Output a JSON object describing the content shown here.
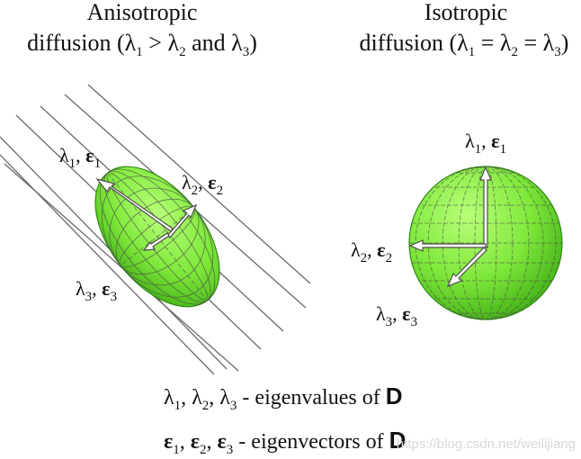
{
  "left_panel": {
    "title_line1": "Anisotropic",
    "title_line2": {
      "prefix": "diffusion (",
      "l1": "λ",
      "s1": "1",
      "gt": " > ",
      "l2": "λ",
      "s2": "2",
      "and": " and ",
      "l3": "λ",
      "s3": "3",
      "suffix": ")"
    },
    "labels": {
      "first": {
        "lam": "λ",
        "sub": "1",
        "sep": ", ",
        "eps": "ε",
        "esub": "1"
      },
      "second": {
        "lam": "λ",
        "sub": "2",
        "sep": ", ",
        "eps": "ε",
        "esub": "2"
      },
      "third": {
        "lam": "λ",
        "sub": "3",
        "sep": ", ",
        "eps": "ε",
        "esub": "3"
      }
    }
  },
  "right_panel": {
    "title_line1": "Isotropic",
    "title_line2": {
      "prefix": "diffusion (",
      "l1": "λ",
      "s1": "1",
      "eq1": " = ",
      "l2": "λ",
      "s2": "2",
      "eq2": " = ",
      "l3": "λ",
      "s3": "3",
      "suffix": ")"
    },
    "labels": {
      "first": {
        "lam": "λ",
        "sub": "1",
        "sep": ", ",
        "eps": "ε",
        "esub": "1"
      },
      "second": {
        "lam": "λ",
        "sub": "2",
        "sep": ", ",
        "eps": "ε",
        "esub": "2"
      },
      "third": {
        "lam": "λ",
        "sub": "3",
        "sep": ", ",
        "eps": "ε",
        "esub": "3"
      }
    }
  },
  "legend": {
    "line1": {
      "l1": "λ",
      "s1": "1",
      "c1": ", ",
      "l2": "λ",
      "s2": "2",
      "c2": ", ",
      "l3": "λ",
      "s3": "3",
      "text": " - eigenvalues of ",
      "bold": "D"
    },
    "line2": {
      "e1": "ε",
      "s1": "1",
      "c1": ", ",
      "e2": "ε",
      "s2": "2",
      "c2": ", ",
      "e3": "ε",
      "s3": "3",
      "text": " - eigenvectors of ",
      "bold": "D"
    }
  },
  "watermark": "https://blog.csdn.net/weilijiang",
  "colors": {
    "ellipsoid_fill": "#7fe83a",
    "ellipsoid_edge": "#2f8a12",
    "mesh": "#4a4a4a",
    "arrow_fill": "#ffffff",
    "arrow_stroke": "#4a4a4a",
    "fiber_lines": "#6a6a6a"
  }
}
